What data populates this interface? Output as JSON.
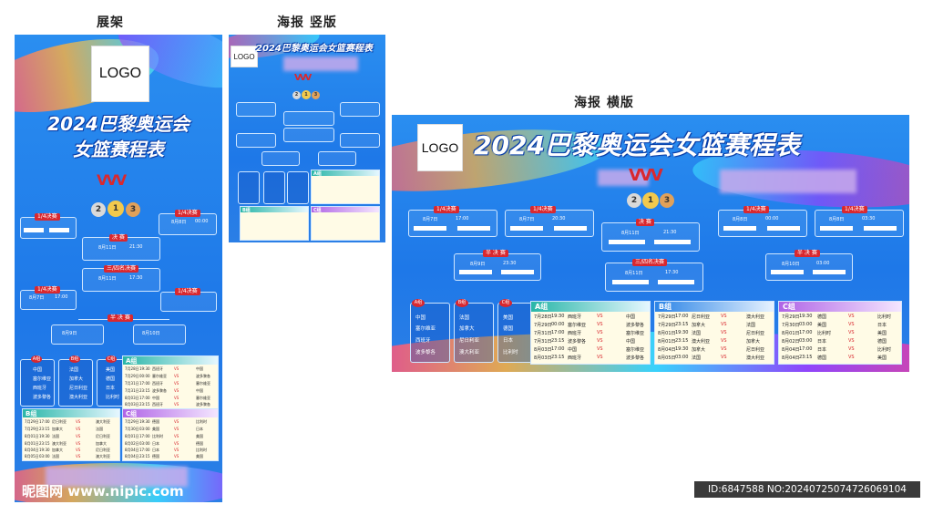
{
  "captions": {
    "stand": "展架",
    "poster_v": "海报 竖版",
    "poster_h": "海报 横版"
  },
  "logo": "LOGO",
  "title_line1": "2024巴黎奥运会",
  "title_line2": "女篮赛程表",
  "title_full": "2024巴黎奥运会女篮赛程表",
  "rounds": {
    "qf": "1/4决赛",
    "final": "决 赛",
    "third": "三/四名决赛",
    "semi": "半 决 赛"
  },
  "dates": {
    "qf1": "8月7日",
    "qf1_time": "17:00",
    "qf2": "8月7日",
    "qf2_time": "20:30",
    "qf3": "8月8日",
    "qf3_time": "00:00",
    "qf4": "8月8日",
    "qf4_time": "03:30",
    "final": "8月11日",
    "final_time": "21:30",
    "third": "8月11日",
    "third_time": "17:30",
    "semi1": "8月9日",
    "semi1_time": "23:30",
    "semi2": "8月10日",
    "semi2_time": "03:00"
  },
  "medals": [
    "2",
    "1",
    "3"
  ],
  "groups": {
    "A": {
      "label": "A组",
      "badge": "A组",
      "teams": [
        "中国",
        "塞尔维亚",
        "西班牙",
        "波多黎各"
      ]
    },
    "B": {
      "label": "B组",
      "badge": "B组",
      "teams": [
        "法国",
        "加拿大",
        "尼日利亚",
        "澳大利亚"
      ]
    },
    "C": {
      "label": "C组",
      "badge": "C组",
      "teams": [
        "美国",
        "德国",
        "日本",
        "比利时"
      ]
    }
  },
  "schedule": {
    "A": [
      [
        "7月28日",
        "19:30",
        "西班牙",
        "VS",
        "中国"
      ],
      [
        "7月29日",
        "00:00",
        "塞尔维亚",
        "VS",
        "波多黎各"
      ],
      [
        "7月31日",
        "17:00",
        "西班牙",
        "VS",
        "塞尔维亚"
      ],
      [
        "7月31日",
        "23:15",
        "波多黎各",
        "VS",
        "中国"
      ],
      [
        "8月03日",
        "17:00",
        "中国",
        "VS",
        "塞尔维亚"
      ],
      [
        "8月03日",
        "23:15",
        "西班牙",
        "VS",
        "波多黎各"
      ]
    ],
    "B": [
      [
        "7月29日",
        "17:00",
        "尼日利亚",
        "VS",
        "澳大利亚"
      ],
      [
        "7月29日",
        "23:15",
        "加拿大",
        "VS",
        "法国"
      ],
      [
        "8月01日",
        "19:30",
        "法国",
        "VS",
        "尼日利亚"
      ],
      [
        "8月01日",
        "23:15",
        "澳大利亚",
        "VS",
        "加拿大"
      ],
      [
        "8月04日",
        "19:30",
        "加拿大",
        "VS",
        "尼日利亚"
      ],
      [
        "8月05日",
        "03:00",
        "法国",
        "VS",
        "澳大利亚"
      ]
    ],
    "C": [
      [
        "7月29日",
        "19:30",
        "德国",
        "VS",
        "比利时"
      ],
      [
        "7月30日",
        "03:00",
        "美国",
        "VS",
        "日本"
      ],
      [
        "8月01日",
        "17:00",
        "比利时",
        "VS",
        "美国"
      ],
      [
        "8月02日",
        "03:00",
        "日本",
        "VS",
        "德国"
      ],
      [
        "8月04日",
        "17:00",
        "日本",
        "VS",
        "比利时"
      ],
      [
        "8月04日",
        "23:15",
        "德国",
        "VS",
        "美国"
      ]
    ]
  },
  "watermark": "昵图网 www.nipic.com",
  "id_text": "ID:6847588 NO:20240725074726069104",
  "colors": {
    "panel": "#1e78e8",
    "accent": "#d9282f",
    "gold": "#f2c94c",
    "silver": "#d9d9d9",
    "bronze": "#e0a15a",
    "group_head": "#29b6a8"
  }
}
